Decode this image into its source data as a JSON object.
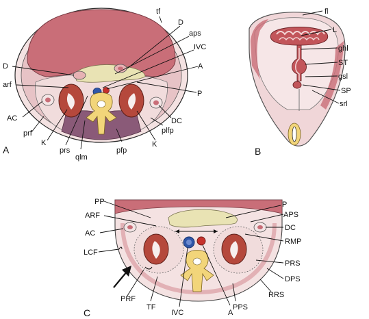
{
  "panels": {
    "a": {
      "letter": "A",
      "labels": {
        "tf": "tf",
        "D_top": "D",
        "aps": "aps",
        "IVC": "IVC",
        "A": "A",
        "D_left": "D",
        "arf": "arf",
        "P": "P",
        "AC": "AC",
        "prf": "prf",
        "K_left": "K",
        "prs": "prs",
        "qlm": "qlm",
        "pfp": "pfp",
        "K_right": "K",
        "plfp": "plfp",
        "DC": "DC"
      }
    },
    "b": {
      "letter": "B",
      "labels": {
        "fl": "fl",
        "L": "L",
        "ghl": "ghl",
        "ST": "ST",
        "gsl": "gsl",
        "SP": "SP",
        "srl": "srl"
      }
    },
    "c": {
      "letter": "C",
      "labels": {
        "PP": "PP",
        "P": "P",
        "APS": "APS",
        "ARF": "ARF",
        "DC": "DC",
        "AC": "AC",
        "RMP": "RMP",
        "LCF": "LCF",
        "PRS": "PRS",
        "DPS": "DPS",
        "PRF": "PRF",
        "RRS": "RRS",
        "TF": "TF",
        "PPS": "PPS",
        "IVC": "IVC",
        "A": "A"
      }
    }
  },
  "colors": {
    "peritoneal_cavity": "#c96e78",
    "fat": "#f1dcdc",
    "wall": "#e8c4c6",
    "kidney": "#b5483c",
    "pancreas": "#e9e3b4",
    "vertebra": "#f2d57a",
    "muscle": "#8a5a78",
    "ivc": "#2f56a8",
    "aorta": "#c6322d"
  }
}
